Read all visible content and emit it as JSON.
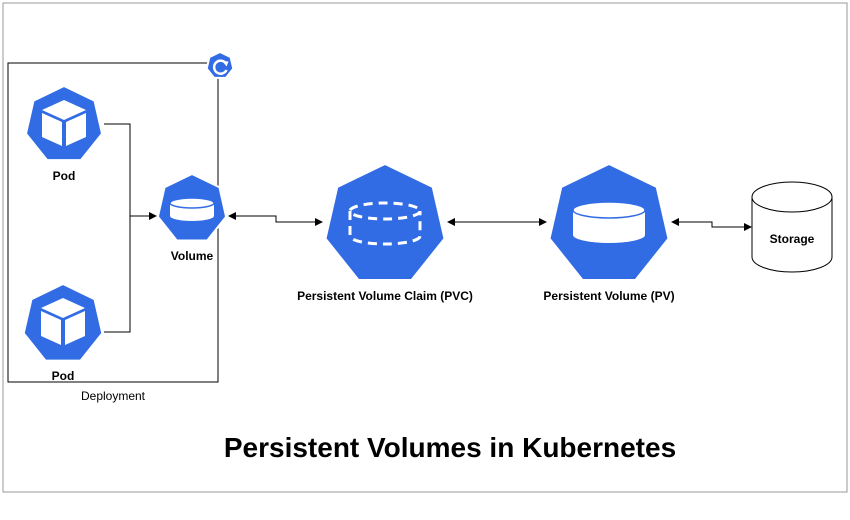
{
  "title": "Persistent Volumes in Kubernetes",
  "deployment": {
    "label": "Deployment",
    "badge_icon": "deployment-icon"
  },
  "pods": [
    {
      "label": "Pod",
      "icon": "pod-icon"
    },
    {
      "label": "Pod",
      "icon": "pod-icon"
    }
  ],
  "volume": {
    "label": "Volume",
    "icon": "volume-icon"
  },
  "pvc": {
    "label": "Persistent Volume Claim (PVC)",
    "icon": "pvc-icon"
  },
  "pv": {
    "label": "Persistent Volume (PV)",
    "icon": "pv-icon"
  },
  "storage": {
    "label": "Storage",
    "icon": "storage-cylinder"
  },
  "colors": {
    "kubernetes_blue": "#326ce5",
    "frame": "#999999"
  }
}
